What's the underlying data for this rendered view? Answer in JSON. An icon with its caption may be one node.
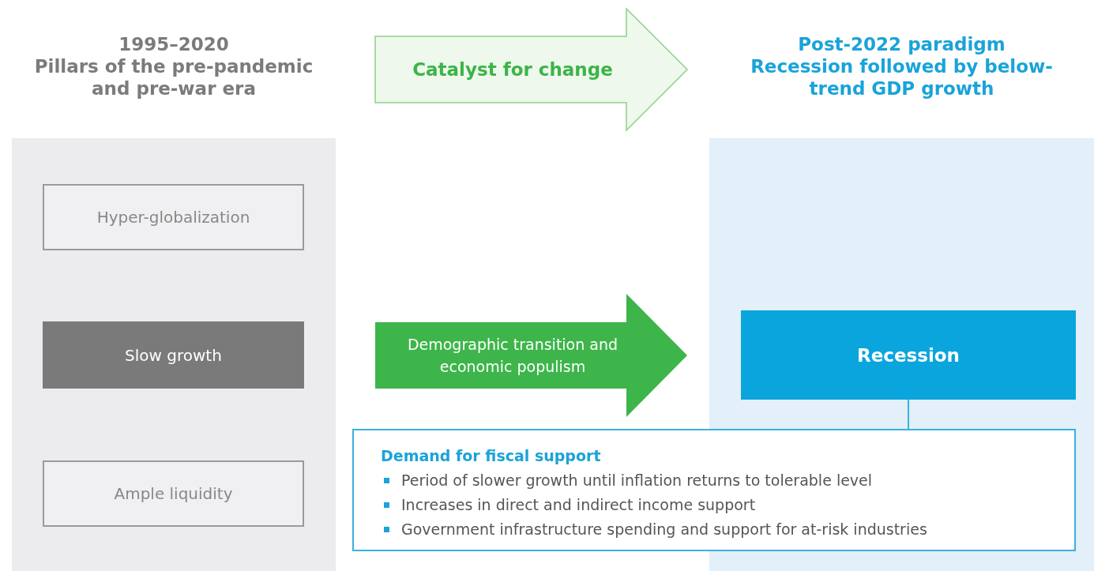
{
  "diagram": {
    "nodes": [
      {
        "text": [
          "1995–2020",
          "Pillars of the pre-pandemic and pre-war era"
        ]
      },
      {
        "text": [
          "Hyper-globalization"
        ],
        "in": 0
      },
      {
        "text": [
          "Slow growth"
        ],
        "in": 0
      },
      {
        "text": [
          "Ample liquidity"
        ],
        "in": 0
      },
      {
        "text": [
          "Post-2022 paradigm",
          "Recession followed by below-trend GDP growth"
        ]
      },
      {
        "text": [
          "Recession"
        ],
        "in": 4
      },
      {
        "text": [
          "Demand for fiscal support",
          "Period of slower growth until inflation returns to tolerable level",
          "Increases in direct and indirect income support",
          "Government infrastructure spending and support for at-risk industries"
        ]
      }
    ],
    "edges": [
      {
        "from": 0,
        "to": 4,
        "arrow": "to",
        "label": "Catalyst for change"
      },
      {
        "from": 2,
        "to": 5,
        "arrow": "to",
        "label": "Demographic transition and economic populism"
      },
      {
        "from": 5,
        "to": 6,
        "arrow": "none"
      }
    ]
  }
}
